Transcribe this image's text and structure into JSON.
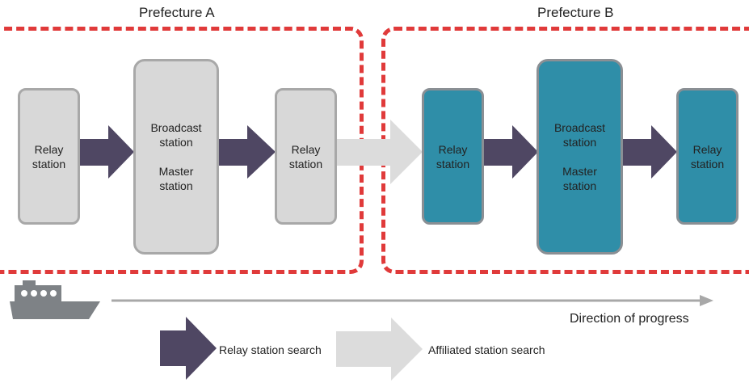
{
  "prefectures": {
    "a_label": "Prefecture A",
    "b_label": "Prefecture B"
  },
  "stations": {
    "relay_line1": "Relay",
    "relay_line2": "station",
    "broadcast_line1": "Broadcast",
    "broadcast_line2": "station",
    "master_line1": "Master",
    "master_line2": "station"
  },
  "direction_label": "Direction of progress",
  "legend": {
    "relay_search": "Relay station search",
    "affiliated_search": "Affiliated station search"
  },
  "colors": {
    "dashed_border": "#e03a3a",
    "gray_station": "#d8d8d8",
    "teal_station": "#2f8ea8",
    "relay_arrow": "#4f4763",
    "affiliated_arrow": "#dcdcdc",
    "direction_arrow": "#a8a8a8",
    "ship": "#7e8286"
  },
  "icons": {
    "ship": "ship-icon"
  }
}
